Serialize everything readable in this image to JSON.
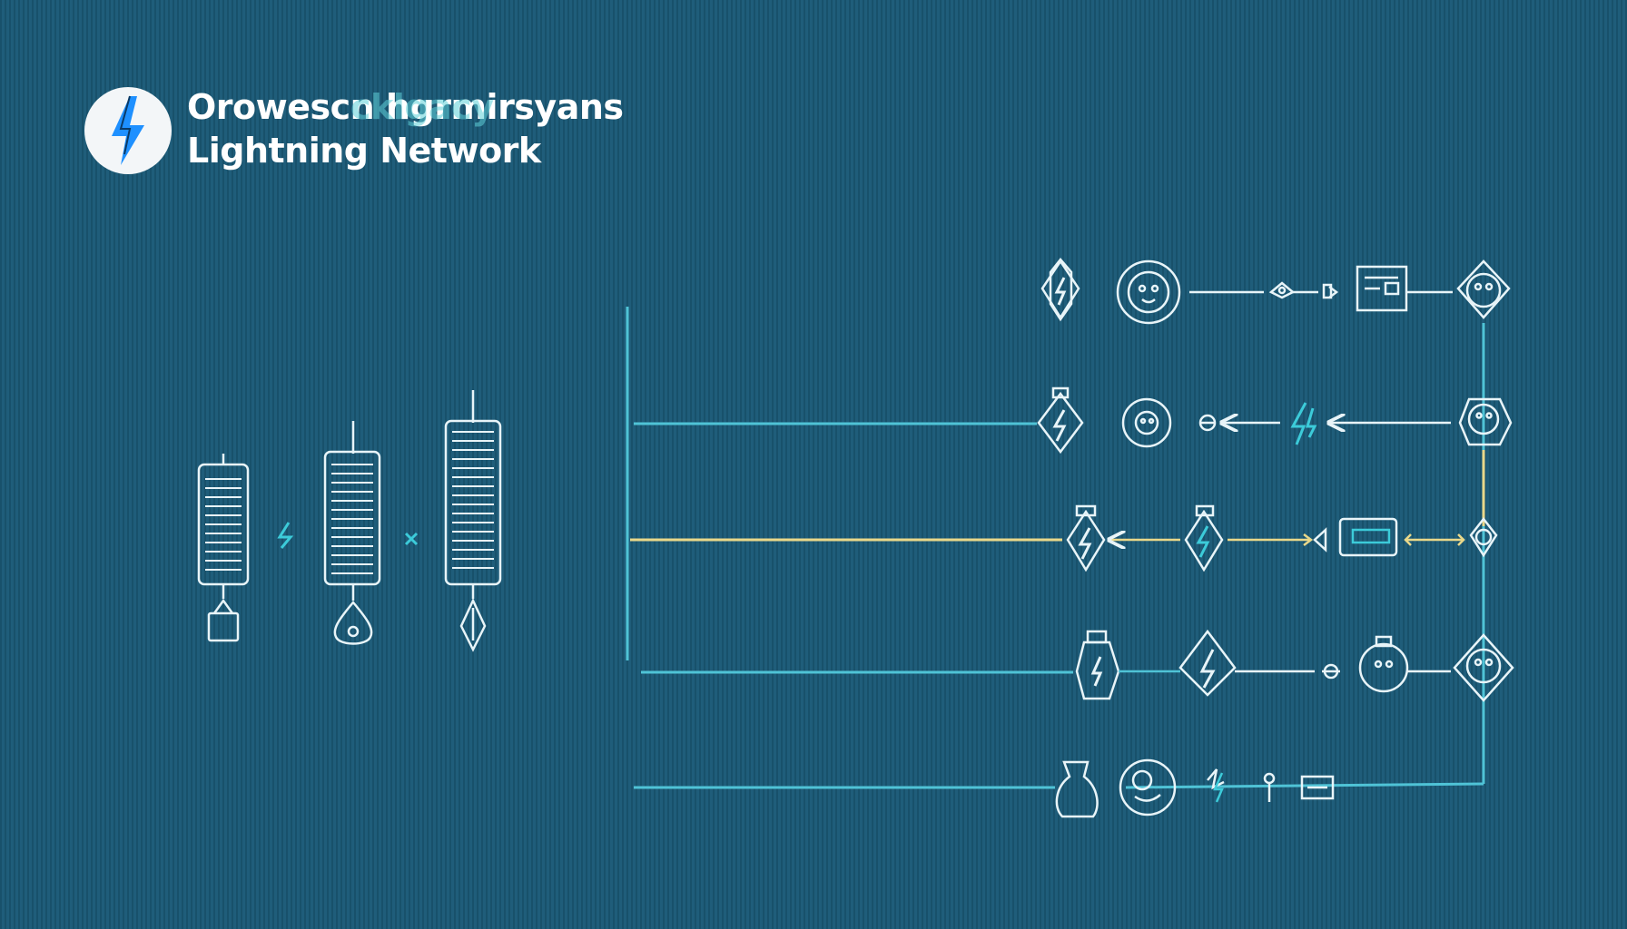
{
  "header": {
    "title_line_1": "Orowescn hgrmirsyans",
    "title_overlay": "cklgacy",
    "title_line_2": "Lightning Network"
  },
  "colors": {
    "background": "#1b5a77",
    "line_cyan": "#4fc3d6",
    "line_yellow": "#e9d88a",
    "sketch": "#e8f4f8",
    "accent_cyan": "#3ccbd9",
    "logo_bolt": "#1e90ff"
  },
  "icons": [
    "lightning-logo-icon",
    "battery-stack-icon",
    "lightning-bolt-icon",
    "multiply-icon",
    "padlock-icon",
    "drop-icon",
    "arrow-tip-icon",
    "hexagon-bolt-node-icon",
    "face-node-icon",
    "card-icon",
    "battery-icon"
  ]
}
